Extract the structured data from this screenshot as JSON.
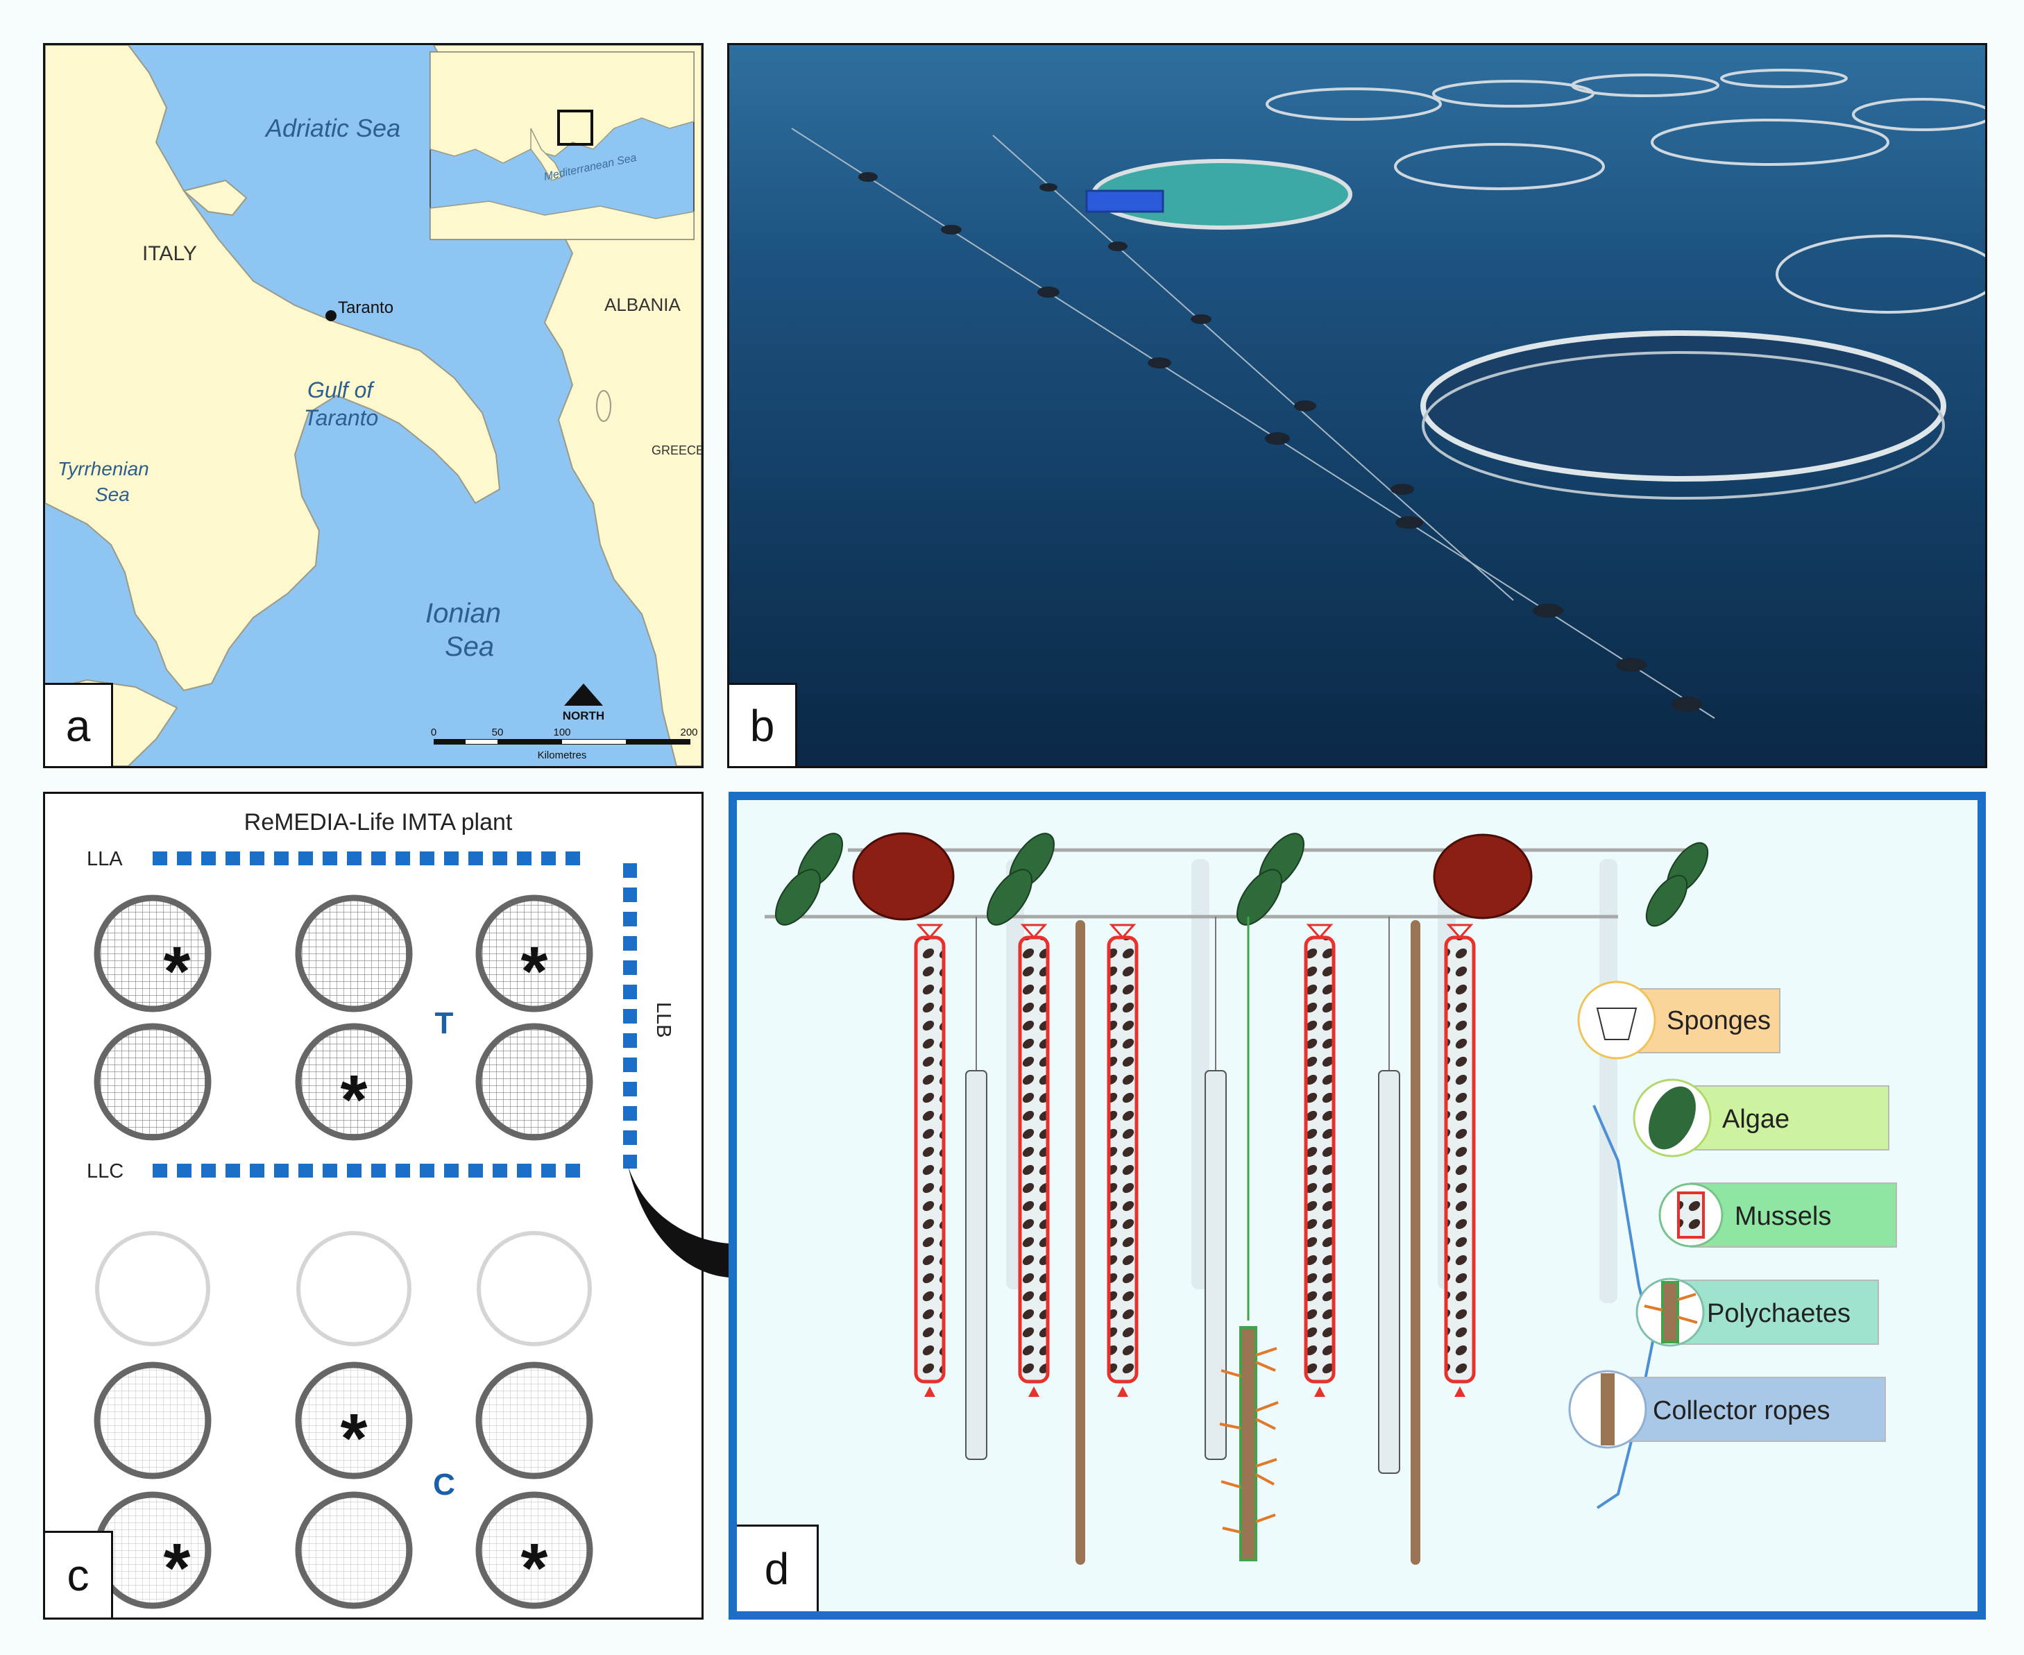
{
  "panels": {
    "a": {
      "label": "a",
      "map": {
        "adriatic": "Adriatic Sea",
        "italy": "ITALY",
        "taranto": "Taranto",
        "albania": "ALBANIA",
        "gulf_line1": "Gulf of",
        "gulf_line2": "Taranto",
        "tyrrhenian_line1": "Tyrrhenian",
        "tyrrhenian_line2": "Sea",
        "greece": "GREECE",
        "ionian_line1": "Ionian",
        "ionian_line2": "Sea",
        "north": "NORTH",
        "scale_ticks": [
          "0",
          "50",
          "100",
          "200"
        ],
        "scale_unit": "Kilometres",
        "inset_sea": "Mediterranean Sea"
      }
    },
    "b": {
      "label": "b"
    },
    "c": {
      "label": "c",
      "title": "ReMEDIA-Life IMTA plant",
      "line_labels": {
        "lla": "LLA",
        "llb": "LLB",
        "llc": "LLC"
      },
      "group_labels": {
        "t": "T",
        "c": "C"
      },
      "asterisk": "*"
    },
    "d": {
      "label": "d",
      "legend": [
        {
          "name": "Sponges",
          "color": "#fbd49a",
          "icon": "sponge-icon"
        },
        {
          "name": "Algae",
          "color": "#cdf3a0",
          "icon": "algae-icon"
        },
        {
          "name": "Mussels",
          "color": "#8fe6a2",
          "icon": "mussel-icon"
        },
        {
          "name": "Polychaetes",
          "color": "#9fe3cf",
          "icon": "polychaete-icon"
        },
        {
          "name": "Collector ropes",
          "color": "#a9c7e6",
          "icon": "rope-icon"
        }
      ]
    }
  },
  "colors": {
    "sea": "#8ec5f2",
    "land": "#fdf8cd",
    "line_blue": "#1b6fc7",
    "buoy_red": "#8b1f14",
    "mussel_red": "#e8312b",
    "rope_brown": "#9b7553",
    "algae_green": "#2f6b3a"
  }
}
